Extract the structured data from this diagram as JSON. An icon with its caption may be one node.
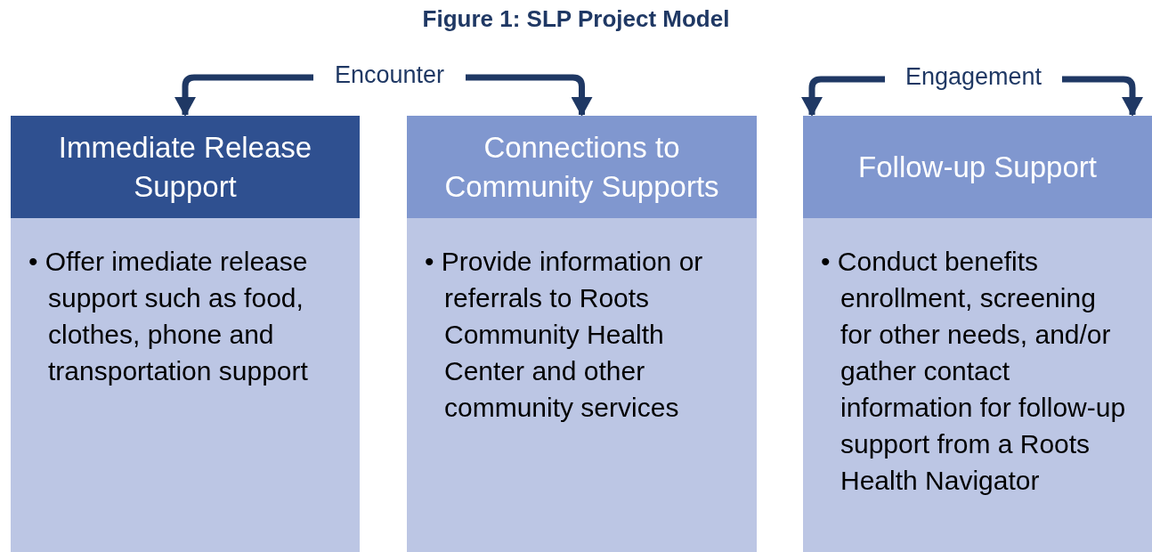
{
  "diagram": {
    "title": "Figure 1: SLP Project Model",
    "nodes": [
      {
        "text": [
          "Encounter"
        ]
      },
      {
        "text": [
          "Engagement"
        ]
      },
      {
        "text": [
          "Immediate Release Support"
        ]
      },
      {
        "text": [
          "• Offer imediate release support such as food, clothes, phone and transportation support"
        ]
      },
      {
        "text": [
          "Connections to Community Supports"
        ]
      },
      {
        "text": [
          "• Provide information or referrals to Roots Community Health Center and other community services"
        ]
      },
      {
        "text": [
          "Follow-up Support"
        ]
      },
      {
        "text": [
          "• Conduct benefits enrollment, screening for other needs, and/or gather contact information for follow-up support from a Roots Health Navigator"
        ]
      }
    ],
    "edges": [
      {
        "from": 0,
        "to": 2,
        "arrow": "to"
      },
      {
        "from": 0,
        "to": 4,
        "arrow": "to"
      },
      {
        "from": 1,
        "to": 6,
        "arrow": "to"
      },
      {
        "from": 1,
        "to": 6,
        "arrow": "to"
      }
    ]
  }
}
